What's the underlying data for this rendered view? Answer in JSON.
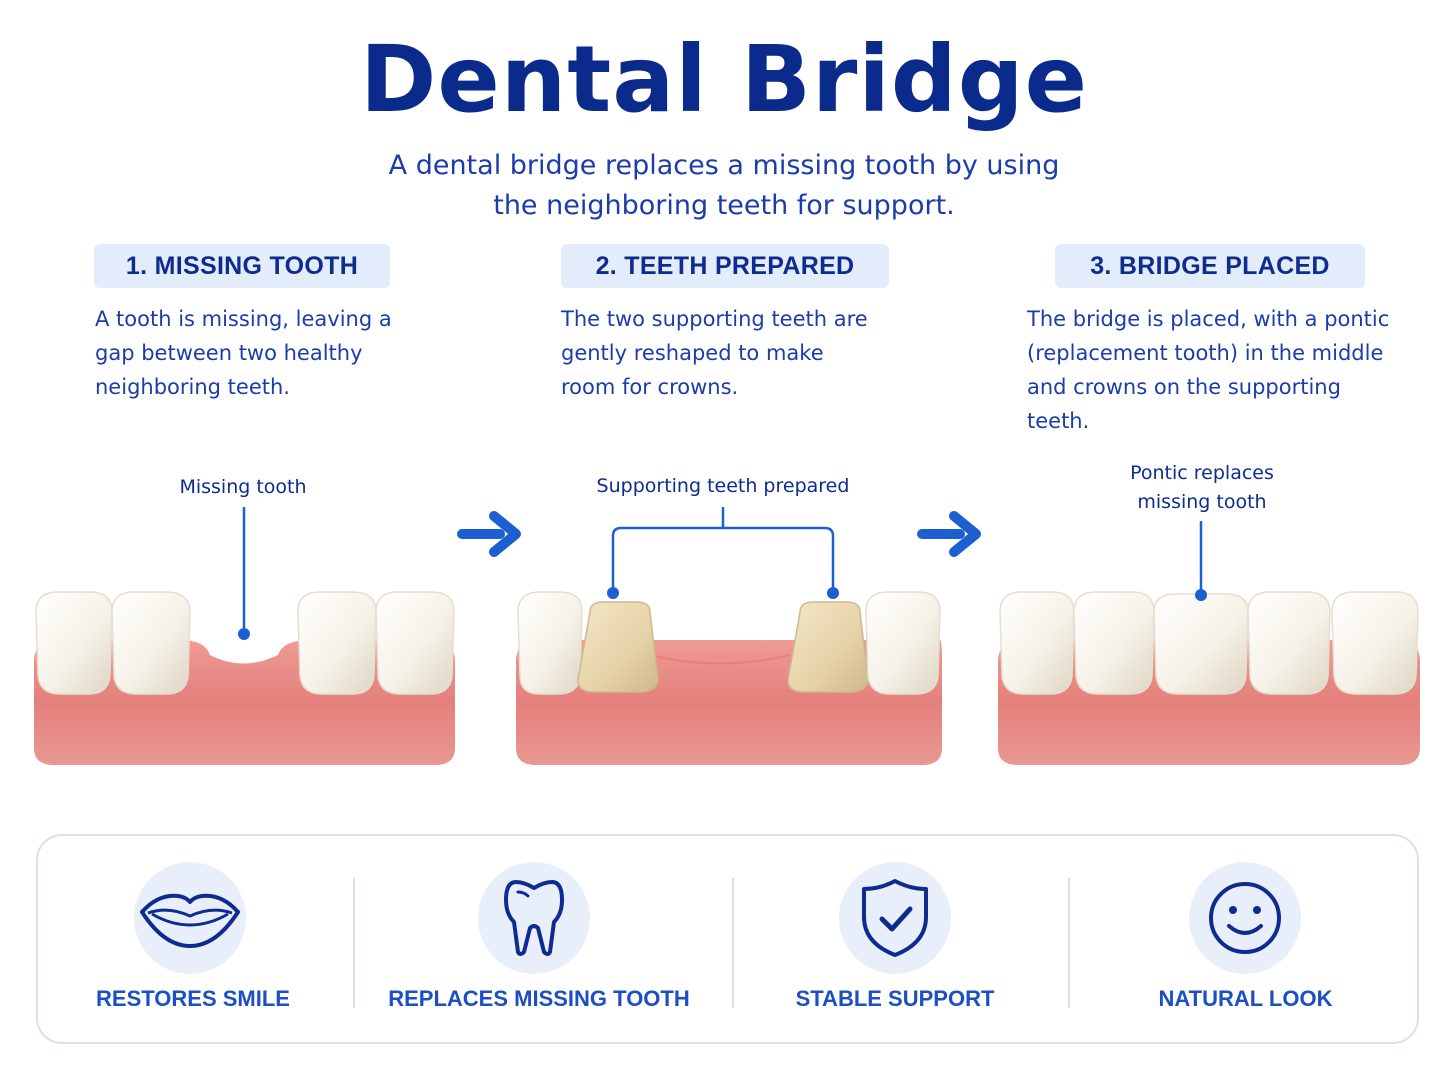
{
  "header": {
    "title": "Dental Bridge",
    "subtitle": "A dental bridge replaces a missing tooth by using the neighboring teeth for support."
  },
  "steps": [
    {
      "label": "1. MISSING TOOTH",
      "description": "A tooth is missing, leaving a gap between two healthy neighboring teeth.",
      "callout": "Missing tooth"
    },
    {
      "label": "2. TEETH PREPARED",
      "description": "The two supporting teeth are gently reshaped to make room for crowns.",
      "callout": "Supporting teeth prepared"
    },
    {
      "label": "3. BRIDGE PLACED",
      "description": "The bridge is placed, with a pontic (replacement tooth) in the middle and crowns on the supporting teeth.",
      "callout": "Pontic replaces missing tooth"
    }
  ],
  "benefits": [
    {
      "label": "RESTORES SMILE",
      "icon": "lips-icon"
    },
    {
      "label": "REPLACES MISSING TOOTH",
      "icon": "tooth-icon"
    },
    {
      "label": "STABLE SUPPORT",
      "icon": "shield-check-icon"
    },
    {
      "label": "NATURAL LOOK",
      "icon": "smiley-face-icon"
    }
  ],
  "colors": {
    "primary": "#0a2a8c",
    "accent": "#1c5fd0",
    "pill": "#e3ecfa",
    "gum": "#e98a86",
    "tooth": "#f5f1e6",
    "prepared": "#e8d6b0"
  }
}
